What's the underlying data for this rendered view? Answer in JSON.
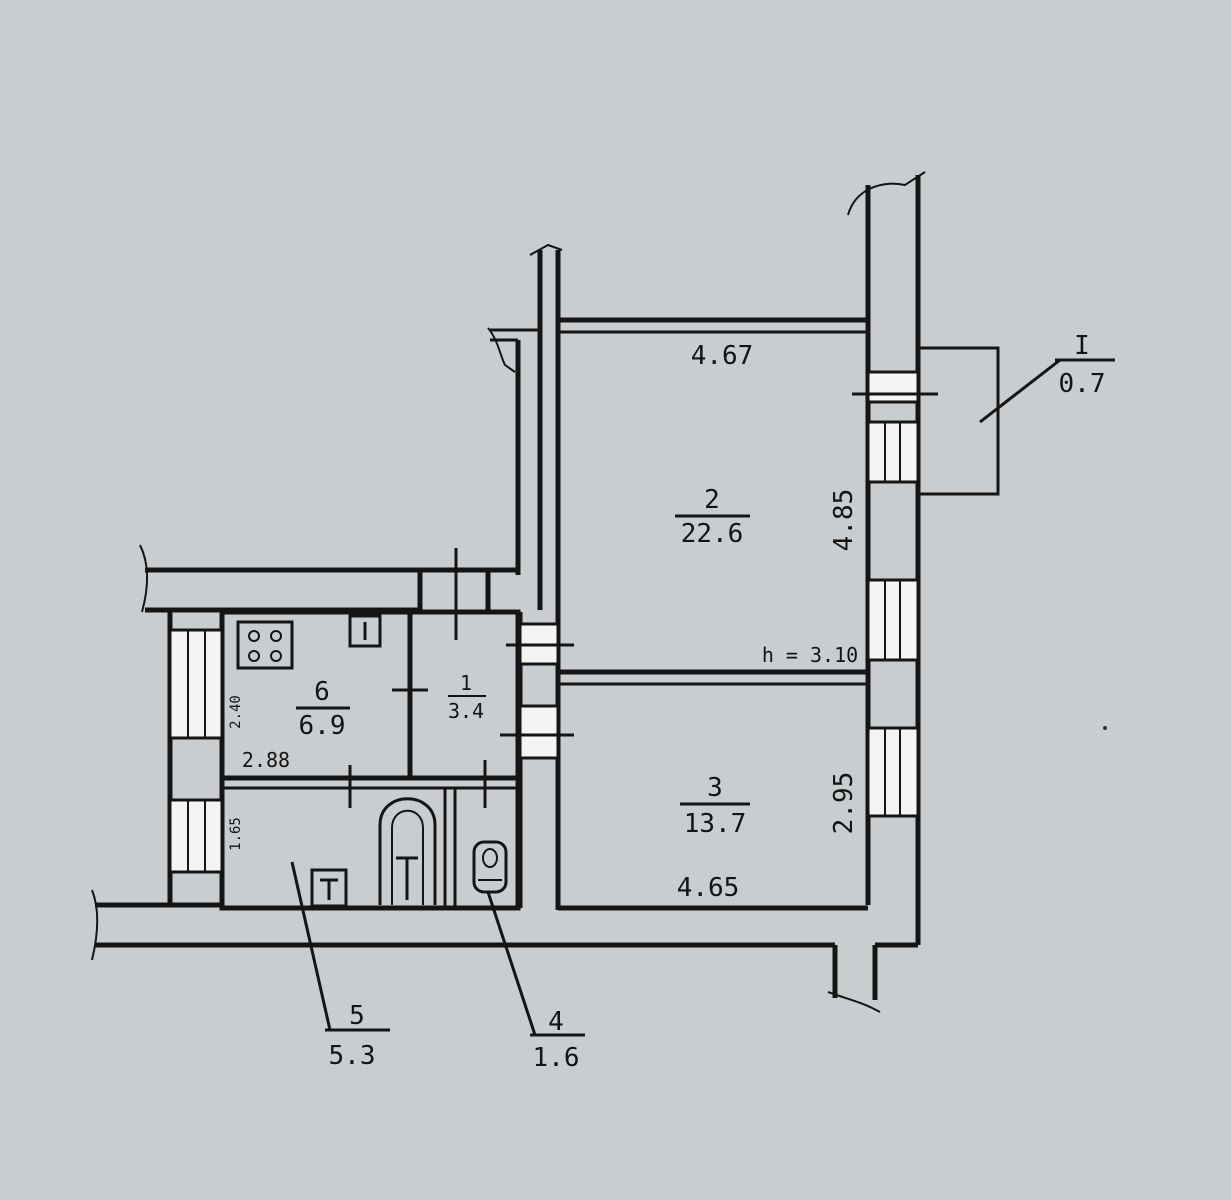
{
  "rooms": [
    {
      "number": "1",
      "area": "3.4"
    },
    {
      "number": "2",
      "area": "22.6"
    },
    {
      "number": "3",
      "area": "13.7"
    },
    {
      "number": "4",
      "area": "1.6"
    },
    {
      "number": "5",
      "area": "5.3"
    },
    {
      "number": "6",
      "area": "6.9"
    }
  ],
  "balcony": {
    "number": "I",
    "area": "0.7"
  },
  "dimensions": {
    "room2_width": "4.67",
    "room2_depth": "4.85",
    "room3_width": "4.65",
    "room3_depth": "2.95",
    "kitchen_width": "2.88",
    "kitchen_depth": "2.40",
    "bath_depth": "1.65"
  },
  "ceiling_height": "h = 3.10",
  "colors": {
    "paper": "#c9cdcf",
    "ink": "#151515",
    "glass": "#f4f4f2"
  }
}
